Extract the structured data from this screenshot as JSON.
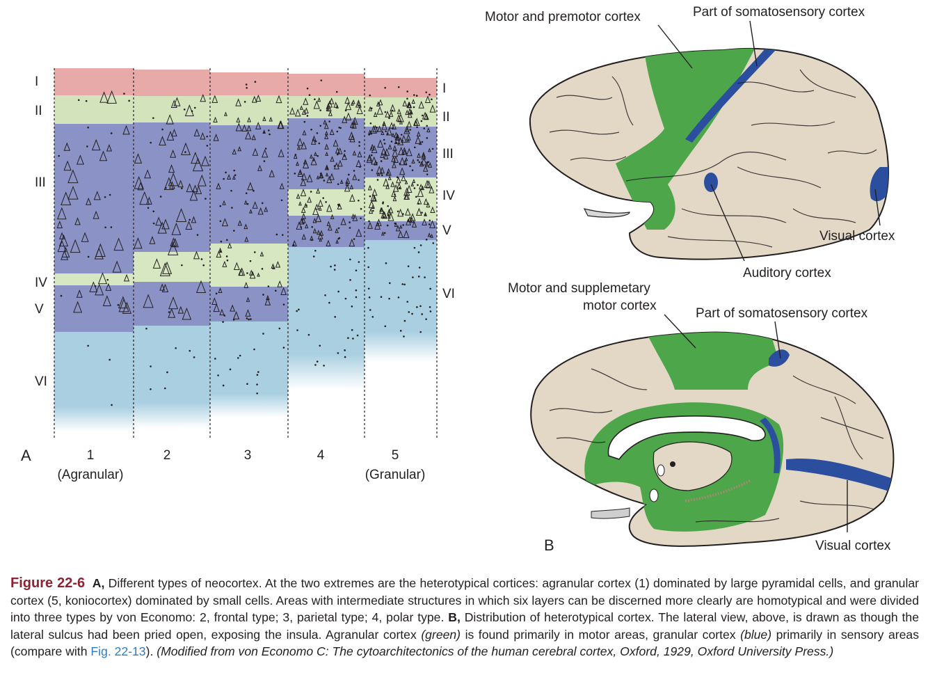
{
  "panel_a": {
    "panel_label": "A",
    "layer_labels_left": [
      "I",
      "II",
      "III",
      "IV",
      "V",
      "VI"
    ],
    "layer_labels_right": [
      "I",
      "II",
      "III",
      "IV",
      "V",
      "VI"
    ],
    "columns": [
      {
        "number": "1",
        "sublabel": "(Agranular)"
      },
      {
        "number": "2",
        "sublabel": ""
      },
      {
        "number": "3",
        "sublabel": ""
      },
      {
        "number": "4",
        "sublabel": ""
      },
      {
        "number": "5",
        "sublabel": "(Granular)"
      }
    ],
    "colors": {
      "layer_I": "#e8a9a9",
      "layer_II": "#d3e4bd",
      "layer_III": "#8b93c6",
      "layer_IV": "#d6e7c1",
      "layer_V": "#8b93c6",
      "layer_VI": "#a9cfe1"
    }
  },
  "panel_b": {
    "panel_label": "B",
    "lateral": {
      "label_motor_premotor": "Motor and premotor cortex",
      "label_somatosensory": "Part of somatosensory cortex",
      "label_visual": "Visual cortex",
      "label_auditory": "Auditory cortex"
    },
    "medial": {
      "label_motor_supp_1": "Motor and supplemetary",
      "label_motor_supp_2": "motor cortex",
      "label_somatosensory": "Part of somatosensory cortex",
      "label_visual": "Visual cortex"
    },
    "colors": {
      "brain": "#e3d8c6",
      "agranular_green": "#4da64a",
      "granular_blue": "#2b4f9e",
      "outline": "#231f20"
    }
  },
  "caption": {
    "figure_number": "Figure 22-6",
    "a_label": "A,",
    "text_1": " Different types of neocortex. At the two extremes are the heterotypical cortices: agranular cortex (1) dominated by large pyramidal cells, and granular cortex (5, koniocortex) dominated by small cells. Areas with intermediate structures in which six layers can be discerned more clearly are homotypical and were divided into three types by von Economo: 2, frontal type; 3, parietal type; 4, polar type. ",
    "b_label": "B,",
    "text_2": " Distribution of heterotypical cortex. The lateral view, above, is drawn as though the lateral sulcus had been pried open, exposing the insula. Agranular cortex ",
    "green_word": "(green)",
    "text_3": " is found primarily in motor areas, granular cortex ",
    "blue_word": "(blue)",
    "text_4": " primarily in sensory areas (compare with ",
    "link": "Fig. 22-13",
    "text_5": "). ",
    "source": "(Modified from von Economo C: The cytoarchitectonics of the human cerebral cortex, Oxford, 1929, Oxford University Press.)"
  }
}
